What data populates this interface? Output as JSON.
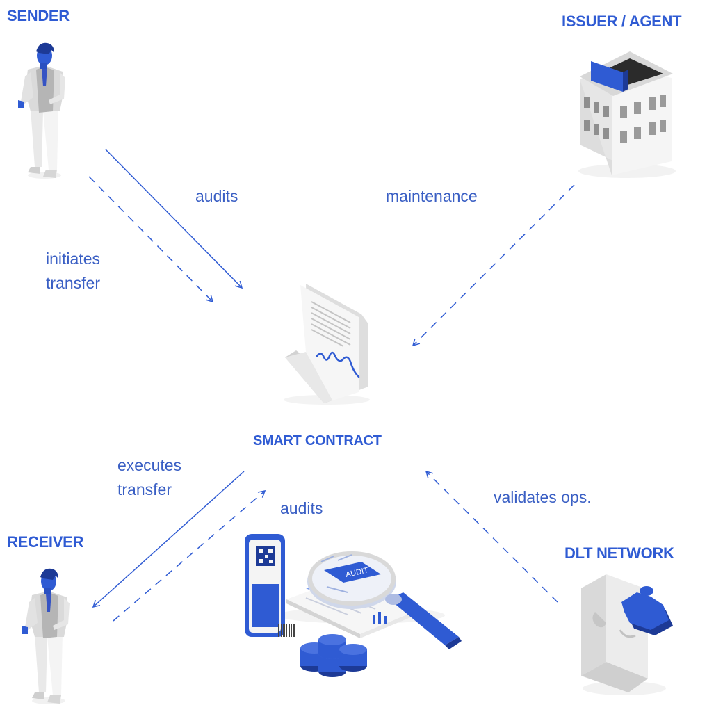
{
  "colors": {
    "accent": "#2f5bd3",
    "text": "#3a5fc4",
    "grey_light": "#eeeeee",
    "grey_mid": "#cfcfcf",
    "grey_dark": "#9a9a9a"
  },
  "nodes": {
    "sender": {
      "label": "SENDER",
      "icon": "person-icon"
    },
    "issuer": {
      "label": "ISSUER / AGENT",
      "icon": "building-icon"
    },
    "contract": {
      "label": "SMART CONTRACT",
      "icon": "contract-document-icon"
    },
    "receiver": {
      "label": "RECEIVER",
      "icon": "person-icon"
    },
    "dlt": {
      "label": "DLT NETWORK",
      "icon": "puzzle-icon"
    },
    "audit": {
      "icon": "audit-magnifier-icon",
      "badge": "AUDIT"
    }
  },
  "edges": {
    "sender_audits": "audits",
    "sender_initiates": [
      "initiates",
      "transfer"
    ],
    "issuer_maintenance": "maintenance",
    "contract_executes": [
      "executes",
      "transfer"
    ],
    "receiver_audits": "audits",
    "dlt_validates": "validates ops."
  }
}
